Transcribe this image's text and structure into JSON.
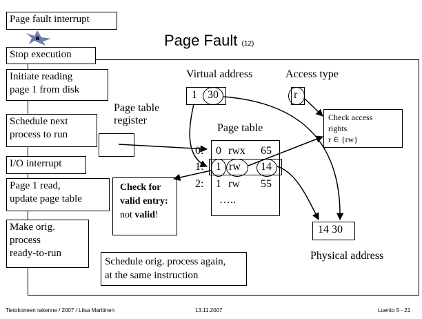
{
  "title": {
    "main": "Page Fault",
    "number": "(12)"
  },
  "steps": [
    "Page fault interrupt",
    "Stop execution",
    "Initiate reading page 1 from disk",
    "Schedule next process to run",
    "I/O interrupt",
    "Page 1 read, update page table",
    "Make orig. process ready-to-run"
  ],
  "step_lines": {
    "initiate": [
      "Initiate reading",
      "page 1 from disk"
    ],
    "schedule": [
      "Schedule next",
      "process to run"
    ],
    "page_read": [
      "Page 1 read,",
      "update page table"
    ],
    "make_orig": [
      "Make orig.",
      "process",
      "ready-to-run"
    ]
  },
  "virtual_address": {
    "label": "Virtual address",
    "page": "1",
    "offset": "30"
  },
  "access_type": {
    "label": "Access type",
    "value": "r"
  },
  "page_table_register": {
    "label_line1": "Page table",
    "label_line2": "register"
  },
  "page_table": {
    "label": "Page table",
    "rows": [
      {
        "index": "0:",
        "valid": "0",
        "rights": "rwx",
        "frame": "65"
      },
      {
        "index": "1:",
        "valid": "1",
        "rights": "rw",
        "frame": "14"
      },
      {
        "index": "2:",
        "valid": "1",
        "rights": "rw",
        "frame": "55"
      }
    ],
    "ellipsis": "….."
  },
  "check_access": {
    "line1": "Check access",
    "line2": "rights",
    "line3": "r ∈ {rw}"
  },
  "check_valid": {
    "line1": "Check for",
    "line2": "valid entry:",
    "line3_prefix": "not ",
    "line3_bold": "valid",
    "line3_suffix": "!"
  },
  "physical_address": {
    "value": "14 30",
    "label": "Physical address"
  },
  "schedule_again": {
    "line1": "Schedule orig. process again,",
    "line2": "at the same instruction"
  },
  "footer": {
    "left": "Tietokoneen rakenne / 2007 / Liisa Marttinen",
    "center": "13.11.2007",
    "right": "Luento 5 - 21"
  }
}
